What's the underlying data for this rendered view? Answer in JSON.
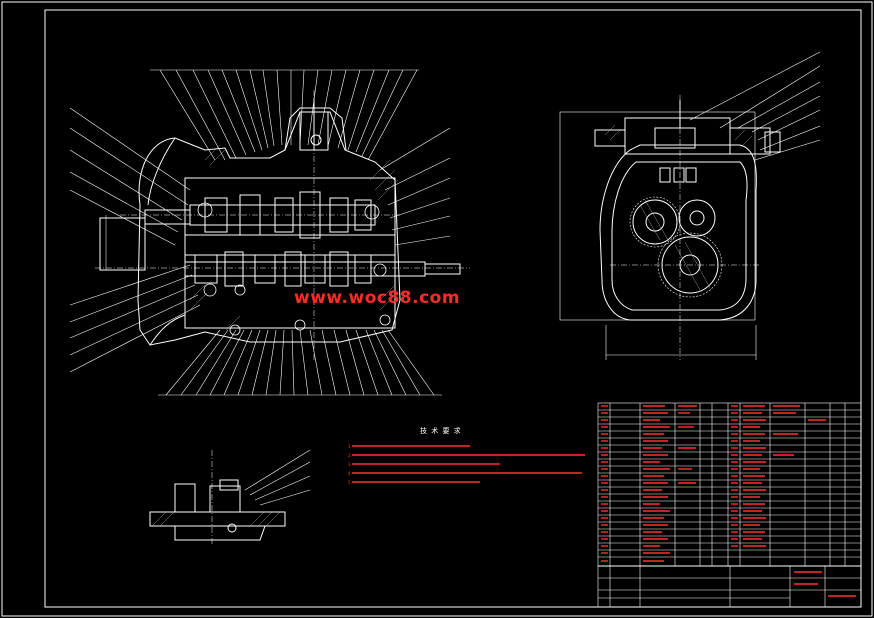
{
  "watermark": "www.woc88.com",
  "tech_requirements": {
    "title": "技 术 要 求",
    "lines": [
      "1.",
      "2.",
      "3.",
      "4.",
      "5."
    ]
  },
  "colors": {
    "background": "#000000",
    "outline": "#ffffff",
    "leader": "#ffffff",
    "annotation": "#ff3030",
    "hatch": "#cccccc"
  }
}
